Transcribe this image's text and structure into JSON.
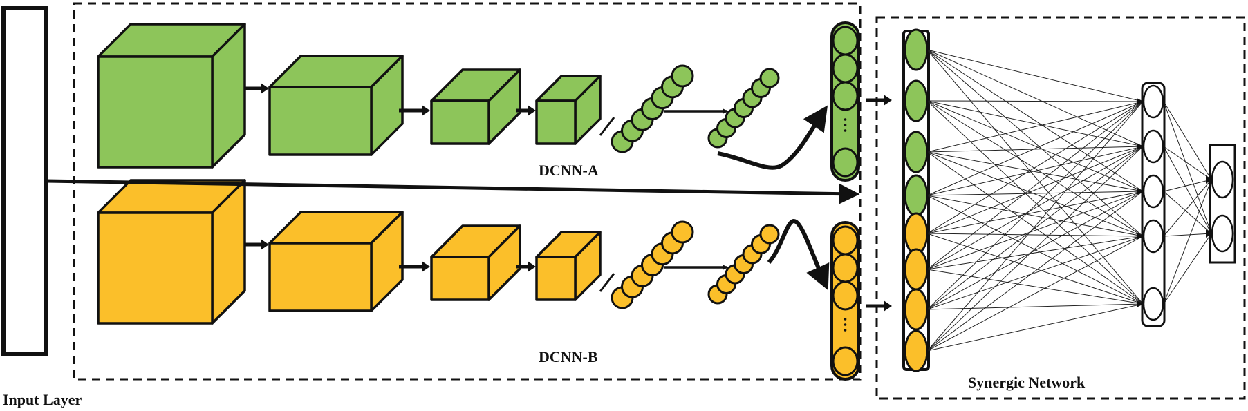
{
  "labels": {
    "input_layer": "Input Layer",
    "dcnn_a": "DCNN-A",
    "dcnn_b": "DCNN-B",
    "synergic_network": "Synergic Network"
  },
  "colors": {
    "green": "#8dc55a",
    "orange": "#fbbf2a",
    "outline": "#111111",
    "white": "#ffffff"
  },
  "structure": {
    "cnn_blocks_per_branch": 4,
    "fc_layers_per_branch": 2,
    "synergic_hidden_nodes": 5,
    "synergic_output_nodes": 2
  }
}
